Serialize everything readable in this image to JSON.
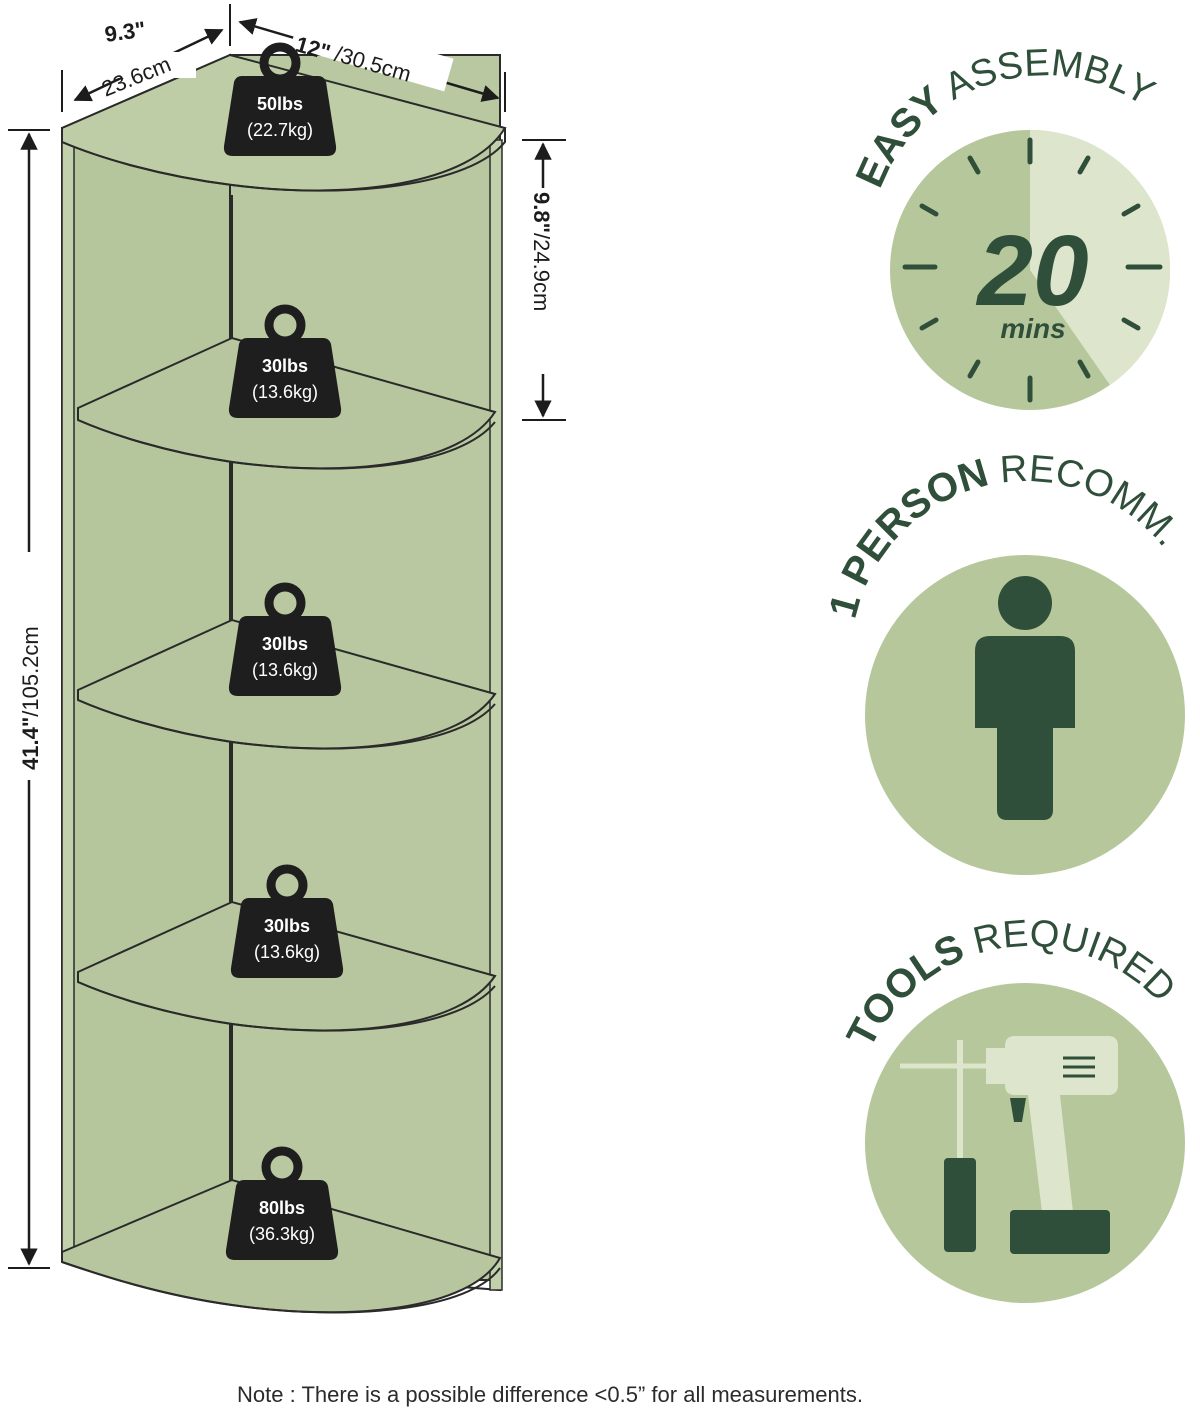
{
  "colors": {
    "shelf_fill": "#b9c8a0",
    "outline": "#2a2a2a",
    "badge_fill": "#b5c79b",
    "badge_light": "#dde6cc",
    "badge_dark": "#2f4f3a",
    "weight_fill": "#1e1e1e"
  },
  "dimensions": {
    "depth_in": "9.3\"",
    "depth_cm": "23.6cm",
    "width_in": "12\"",
    "width_cm": "/30.5cm",
    "height_in": "41.4\"",
    "height_cm": "/105.2cm",
    "gap_in": "9.8\"",
    "gap_cm": "/24.9cm"
  },
  "weights": [
    {
      "lbs": "50lbs",
      "kg": "(22.7kg)"
    },
    {
      "lbs": "30lbs",
      "kg": "(13.6kg)"
    },
    {
      "lbs": "30lbs",
      "kg": "(13.6kg)"
    },
    {
      "lbs": "30lbs",
      "kg": "(13.6kg)"
    },
    {
      "lbs": "80lbs",
      "kg": "(36.3kg)"
    }
  ],
  "badges": {
    "assembly": {
      "bold": "EASY",
      "light": " ASSEMBLY",
      "number": "20",
      "unit": "mins",
      "icon": "clock-icon"
    },
    "person": {
      "bold": "1 PERSON",
      "light": " RECOMM.",
      "icon": "person-icon"
    },
    "tools": {
      "bold": "TOOLS",
      "light": " REQUIRED",
      "icon": "drill-icon"
    }
  },
  "note": "Note : There is a possible difference <0.5” for all measurements."
}
